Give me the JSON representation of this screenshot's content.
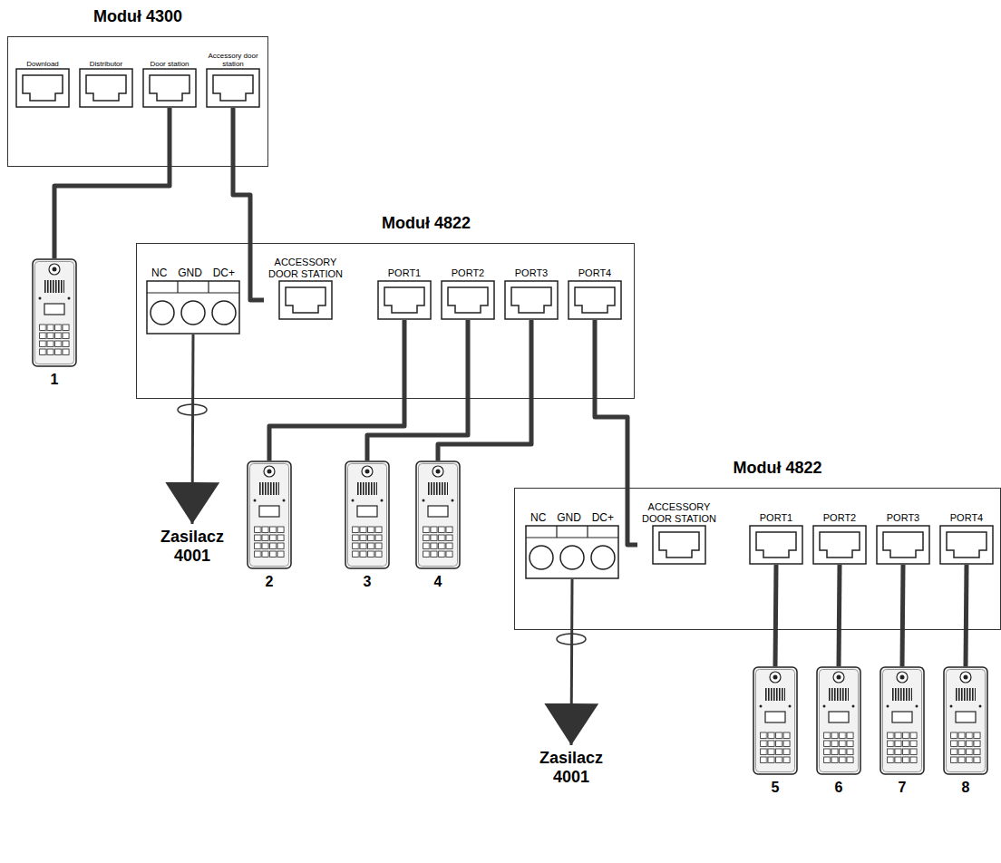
{
  "diagram": {
    "nodes": [
      {
        "text": [
          "Moduł 4300"
        ]
      },
      {
        "text": [
          "Download"
        ],
        "in": 0
      },
      {
        "text": [
          "Distributor"
        ],
        "in": 0
      },
      {
        "text": [
          "Door station"
        ],
        "in": 0
      },
      {
        "text": [
          "Accessory door station"
        ],
        "in": 0
      },
      {
        "text": [
          "Moduł 4822"
        ]
      },
      {
        "text": [
          "NC GND DC+"
        ],
        "in": 5
      },
      {
        "text": [
          "ACCESSORY DOOR STATION"
        ],
        "in": 5
      },
      {
        "text": [
          "PORT1"
        ],
        "in": 5
      },
      {
        "text": [
          "PORT2"
        ],
        "in": 5
      },
      {
        "text": [
          "PORT3"
        ],
        "in": 5
      },
      {
        "text": [
          "PORT4"
        ],
        "in": 5
      },
      {
        "text": [
          "Moduł 4822"
        ]
      },
      {
        "text": [
          "NC GND DC+"
        ],
        "in": 12
      },
      {
        "text": [
          "ACCESSORY DOOR STATION"
        ],
        "in": 12
      },
      {
        "text": [
          "PORT1"
        ],
        "in": 12
      },
      {
        "text": [
          "PORT2"
        ],
        "in": 12
      },
      {
        "text": [
          "PORT3"
        ],
        "in": 12
      },
      {
        "text": [
          "PORT4"
        ],
        "in": 12
      },
      {
        "text": [
          "Zasilacz 4001"
        ]
      },
      {
        "text": [
          "Zasilacz 4001"
        ]
      },
      {
        "text": [
          "1"
        ]
      },
      {
        "text": [
          "2"
        ]
      },
      {
        "text": [
          "3"
        ]
      },
      {
        "text": [
          "4"
        ]
      },
      {
        "text": [
          "5"
        ]
      },
      {
        "text": [
          "6"
        ]
      },
      {
        "text": [
          "7"
        ]
      },
      {
        "text": [
          "8"
        ]
      }
    ],
    "edges": [
      {
        "from": 3,
        "to": 21,
        "arrow": "none"
      },
      {
        "from": 4,
        "to": 7,
        "arrow": "none"
      },
      {
        "from": 8,
        "to": 22,
        "arrow": "none"
      },
      {
        "from": 9,
        "to": 23,
        "arrow": "none"
      },
      {
        "from": 10,
        "to": 24,
        "arrow": "none"
      },
      {
        "from": 11,
        "to": 14,
        "arrow": "none"
      },
      {
        "from": 15,
        "to": 25,
        "arrow": "none"
      },
      {
        "from": 16,
        "to": 26,
        "arrow": "none"
      },
      {
        "from": 17,
        "to": 27,
        "arrow": "none"
      },
      {
        "from": 18,
        "to": 28,
        "arrow": "none"
      },
      {
        "from": 6,
        "to": 19,
        "arrow": "to"
      },
      {
        "from": 13,
        "to": 20,
        "arrow": "to"
      }
    ]
  }
}
